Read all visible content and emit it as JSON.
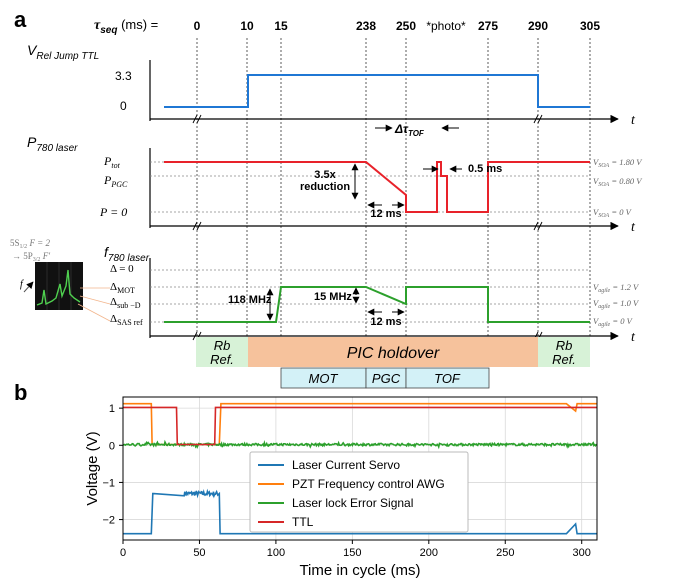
{
  "panel_a": {
    "panel_label": "a",
    "tau_label": {
      "sym": "τ",
      "sub": "seq",
      "rest": " (ms) ="
    },
    "time_ticks": [
      "0",
      "10",
      "15",
      "238",
      "250",
      "*photo*",
      "275",
      "290",
      "305"
    ],
    "t_label": "t",
    "ttl": {
      "axis_main": "V",
      "axis_sub": "Rel Jump TTL",
      "levels": [
        "3.3",
        "0"
      ],
      "color": "#1f77d4"
    },
    "power": {
      "axis_main": "P",
      "axis_sub": "780 laser",
      "levels": [
        {
          "main": "P",
          "sub": "tot"
        },
        {
          "main": "P",
          "sub": "PGC"
        },
        {
          "main": "P = 0",
          "sub": ""
        }
      ],
      "reduction_label": [
        "3.5x",
        "reduction"
      ],
      "ramp_duration": "12 ms",
      "pulse_label": "0.5 ms",
      "tof_label": {
        "main": "Δτ",
        "sub": "TOF"
      },
      "soa_labels": [
        {
          "main": "V",
          "sub": "SOA",
          "value": " = 1.80 V"
        },
        {
          "main": "V",
          "sub": "SOA",
          "value": " = 0.80 V"
        },
        {
          "main": "V",
          "sub": "SOA",
          "value": " = 0 V"
        }
      ],
      "color": "#e8222a"
    },
    "freq": {
      "axis_main": "f",
      "axis_sub": "780 laser",
      "levels": [
        {
          "main": "Δ = 0",
          "sub": ""
        },
        {
          "main": "Δ",
          "sub": "MOT"
        },
        {
          "main": "Δ",
          "sub": "sub −D"
        },
        {
          "main": "Δ",
          "sub": "SAS ref"
        }
      ],
      "jump_label": "118 MHz",
      "step_label": "15 MHz",
      "ramp_duration": "12 ms",
      "agile_labels": [
        {
          "main": "V",
          "sub": "agile",
          "value": " = 1.2 V"
        },
        {
          "main": "V",
          "sub": "agile",
          "value": " = 1.0 V"
        },
        {
          "main": "V",
          "sub": "agile",
          "value": " = 0 V"
        }
      ],
      "color": "#2ca02c"
    },
    "inset": {
      "transition_1": "5S",
      "transition_1_sub": "1/2",
      "transition_1_rest": " F = 2",
      "transition_2": "→ 5P",
      "transition_2_sub": "3/2",
      "transition_2_rest": " F′",
      "axis": "f"
    },
    "phases": {
      "rb_ref_left": [
        "Rb",
        "Ref."
      ],
      "holdover": "PIC holdover",
      "rb_ref_right": [
        "Rb",
        "Ref."
      ],
      "mot": "MOT",
      "pgc": "PGC",
      "tof": "TOF",
      "green_color": "#d7f2d7",
      "orange_color": "#f6c29c",
      "cyan_color": "#d3f1f7"
    }
  },
  "panel_b": {
    "panel_label": "b"
  },
  "chart_data": {
    "type": "line",
    "title": "",
    "xlabel": "Time in cycle (ms)",
    "ylabel": "Voltage (V)",
    "xlim": [
      0,
      310
    ],
    "ylim": [
      -2.55,
      1.3
    ],
    "xticks": [
      0,
      50,
      100,
      150,
      200,
      250,
      300
    ],
    "yticks": [
      1,
      0,
      -1,
      -2
    ],
    "grid": true,
    "legend_position": "bottom-center",
    "series": [
      {
        "name": "Laser Current Servo",
        "color": "#1f77b4",
        "x": [
          0,
          18.5,
          19.5,
          20,
          63,
          63.5,
          64,
          237,
          240,
          245,
          290,
          296,
          297,
          310
        ],
        "y": [
          -2.38,
          -2.38,
          -1.3,
          -1.3,
          -1.3,
          -2.38,
          -2.38,
          -2.38,
          -2.38,
          -2.38,
          -2.38,
          -2.12,
          -2.38,
          -2.38
        ],
        "noisy_span": [
          40,
          62
        ]
      },
      {
        "name": "PZT Frequency control AWG",
        "color": "#ff7f0e",
        "x": [
          0,
          18.5,
          19,
          63,
          64,
          66,
          290,
          296,
          297,
          310
        ],
        "y": [
          1.12,
          1.12,
          0.02,
          0.02,
          1.12,
          1.12,
          1.12,
          0.92,
          1.12,
          1.12
        ]
      },
      {
        "name": "Laser lock Error Signal",
        "color": "#2ca02c",
        "x": [
          0,
          310
        ],
        "y": [
          0.02,
          0.02
        ],
        "noise_amplitude": 0.06
      },
      {
        "name": "TTL",
        "color": "#d62728",
        "x": [
          0,
          35,
          35.5,
          60,
          60.5,
          310
        ],
        "y": [
          1.02,
          1.02,
          0.02,
          0.02,
          1.02,
          1.02
        ]
      }
    ]
  }
}
